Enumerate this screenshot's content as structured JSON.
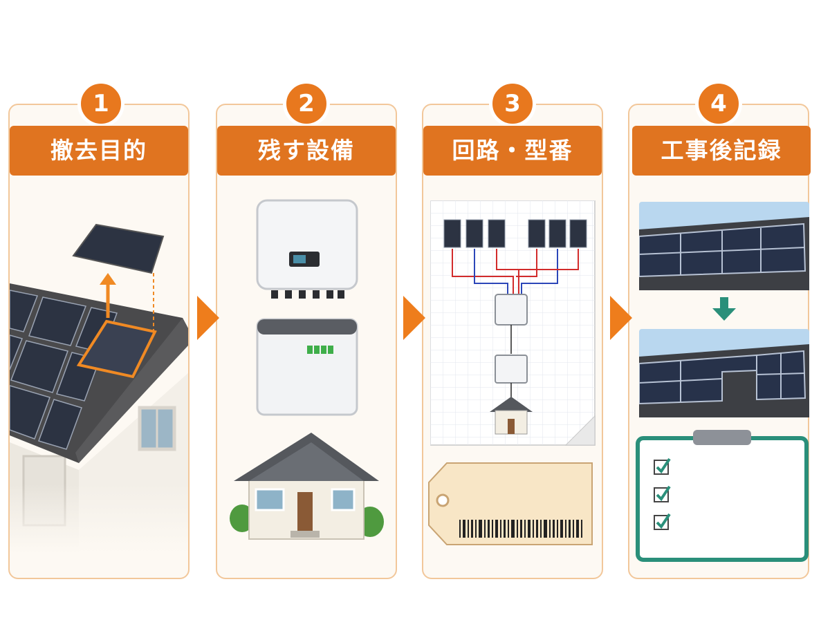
{
  "steps": [
    {
      "number": "1",
      "title": "撤去目的"
    },
    {
      "number": "2",
      "title": "残す設備"
    },
    {
      "number": "3",
      "title": "回路・型番"
    },
    {
      "number": "4",
      "title": "工事後記録"
    }
  ],
  "colors": {
    "accent": "#e07420",
    "panel_border": "#f2c79a",
    "panel_bg": "#fdf9f3",
    "teal": "#2a8f7a"
  },
  "icons": [
    "solar-panel-icon",
    "inverter-icon",
    "battery-icon",
    "house-icon",
    "wiring-diagram-icon",
    "tag-barcode-icon",
    "roof-photo-icon",
    "checklist-clipboard-icon"
  ]
}
